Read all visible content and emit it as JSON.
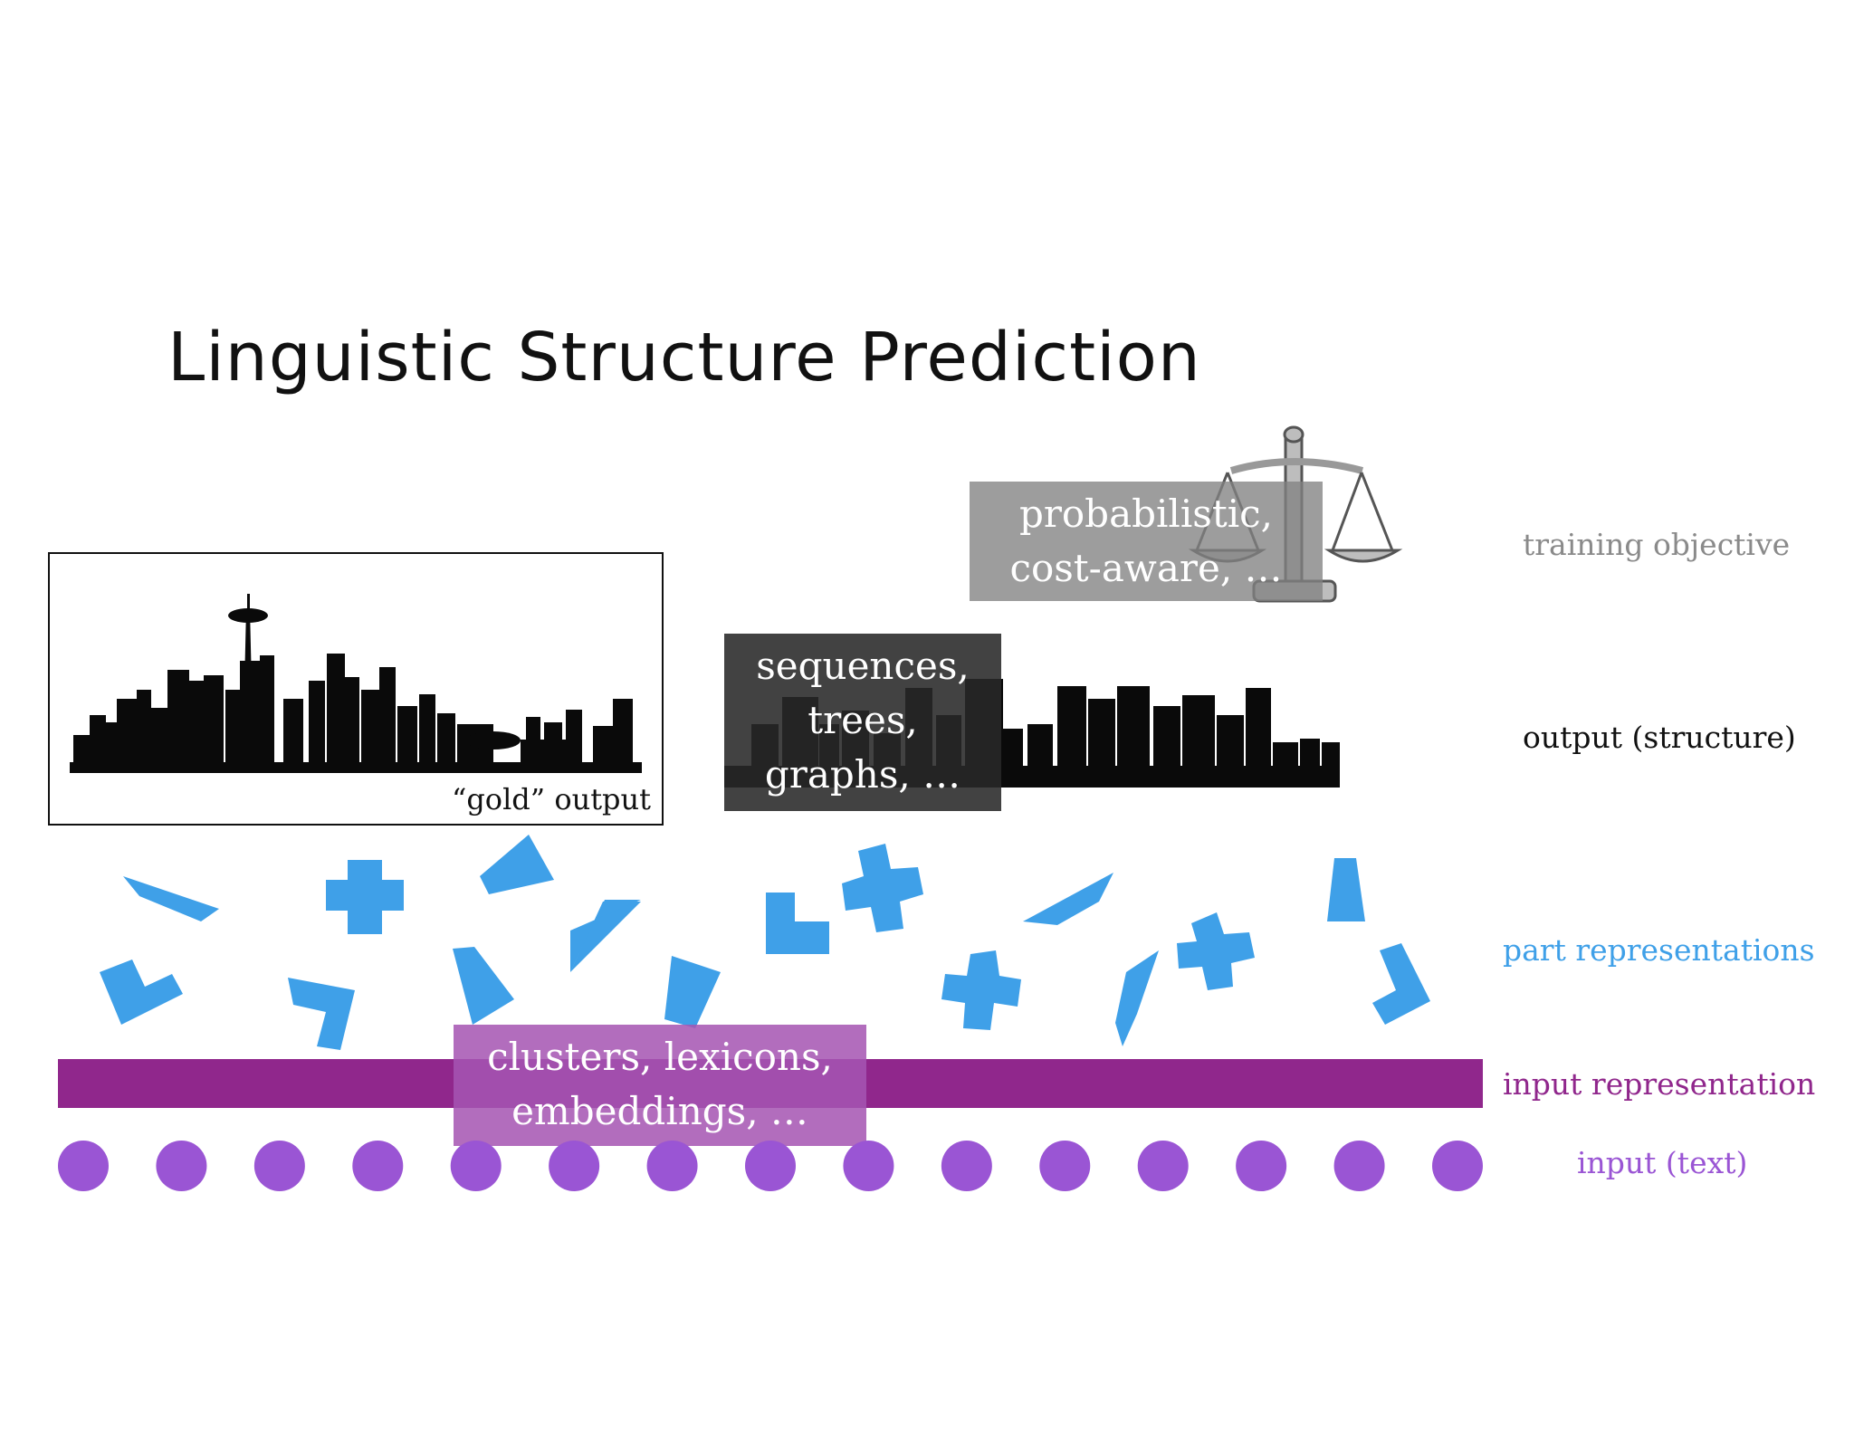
{
  "title": "Linguistic Structure Prediction",
  "labels": {
    "training_objective": "training objective",
    "output": "output (structure)",
    "parts": "part representations",
    "input_representation": "input representation",
    "input_text": "input (text)"
  },
  "gold_label": "“gold” output",
  "boxes": {
    "objective": [
      "probabilistic,",
      "cost-aware, …"
    ],
    "structures": [
      "sequences,",
      "trees,",
      "graphs, …"
    ],
    "input_rep": [
      "clusters, lexicons,",
      "embeddings, …"
    ]
  },
  "colors": {
    "parts": "#3fa0e8",
    "input_band": "#90278c",
    "input_dots": "#9a55d4",
    "objective_label": "#8a8a8a",
    "skyline": "#0a0a0a"
  },
  "input_token_count": 15
}
